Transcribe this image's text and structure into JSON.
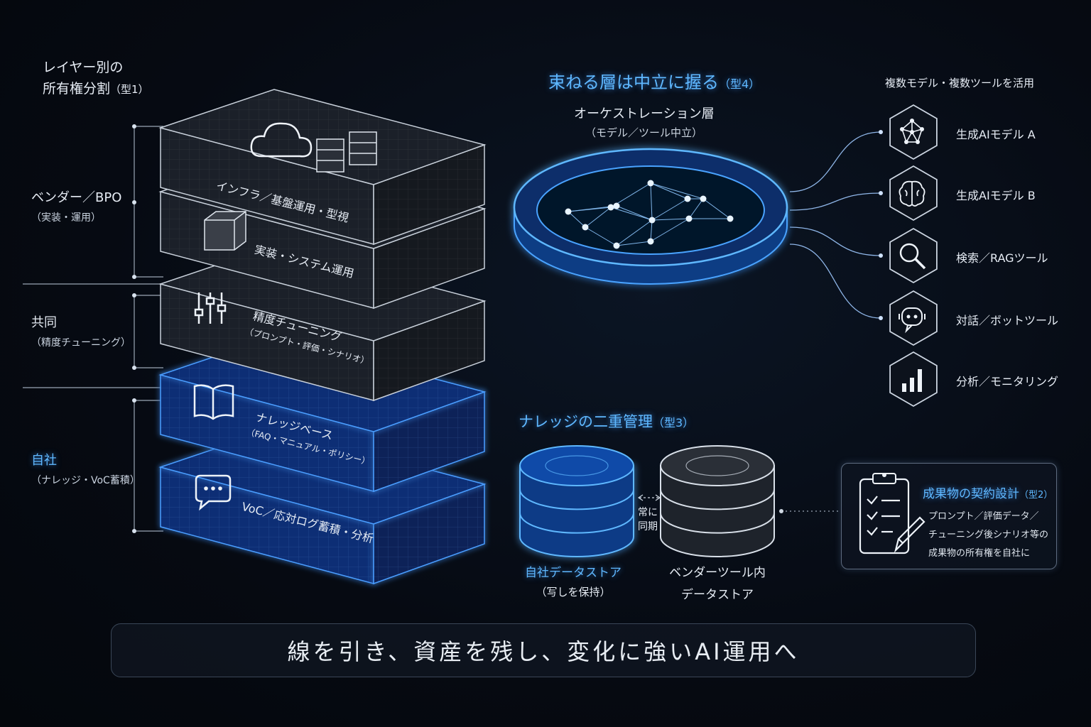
{
  "left_header": {
    "line1": "レイヤー別の",
    "line2": "所有権分割",
    "tag": "（型1）"
  },
  "owners": [
    {
      "name": "ベンダー／BPO",
      "sub": "（実装・運用）",
      "color": "#e6ecf4"
    },
    {
      "name": "共同",
      "sub": "（精度チューニング）",
      "color": "#e6ecf4"
    },
    {
      "name": "自社",
      "sub": "（ナレッジ・VoC蓄積）",
      "color": "#5fb8ff"
    }
  ],
  "layers": [
    {
      "label": "インフラ／基盤運用・型視",
      "sub": "",
      "icon": "cloud-server-icon",
      "tone": "gray"
    },
    {
      "label": "実装・システム運用",
      "sub": "",
      "icon": "cube-icon",
      "tone": "gray"
    },
    {
      "label": "精度チューニング",
      "sub": "（プロンプト・評価・シナリオ）",
      "icon": "sliders-icon",
      "tone": "gray"
    },
    {
      "label": "ナレッジベース",
      "sub": "（FAQ・マニュアル・ポリシー）",
      "icon": "book-icon",
      "tone": "blue"
    },
    {
      "label": "VoC／応対ログ蓄積・分析",
      "sub": "",
      "icon": "chat-bubble-icon",
      "tone": "blue"
    }
  ],
  "orchestration": {
    "title": "束ねる層は中立に握る",
    "tag": "（型4）",
    "layer_name": "オーケストレーション層",
    "layer_sub": "（モデル／ツール中立）"
  },
  "tools": {
    "header": "複数モデル・複数ツールを活用",
    "items": [
      {
        "label": "生成AIモデル A",
        "icon": "network-graph-icon"
      },
      {
        "label": "生成AIモデル B",
        "icon": "brain-icon"
      },
      {
        "label": "検索／RAGツール",
        "icon": "magnifier-icon"
      },
      {
        "label": "対話／ボットツール",
        "icon": "chatbot-icon"
      },
      {
        "label": "分析／モニタリング",
        "icon": "bar-chart-icon"
      }
    ]
  },
  "knowledge": {
    "title": "ナレッジの二重管理",
    "tag": "（型3）",
    "sync_line1": "常に",
    "sync_line2": "同期",
    "own_store_line1": "自社データストア",
    "own_store_line2": "（写しを保持）",
    "vendor_store_line1": "ベンダーツール内",
    "vendor_store_line2": "データストア"
  },
  "contract": {
    "title": "成果物の契約設計",
    "tag": "（型2）",
    "lines": [
      "プロンプト／評価データ／",
      "チューニング後シナリオ等の",
      "成果物の所有権を自社に"
    ]
  },
  "slogan": "線を引き、資産を残し、変化に強いAI運用へ",
  "colors": {
    "accent": "#3d8bff",
    "glow": "#5fb8ff",
    "gray_layer": "#1a1f28",
    "blue_layer": "#0c2a66"
  }
}
